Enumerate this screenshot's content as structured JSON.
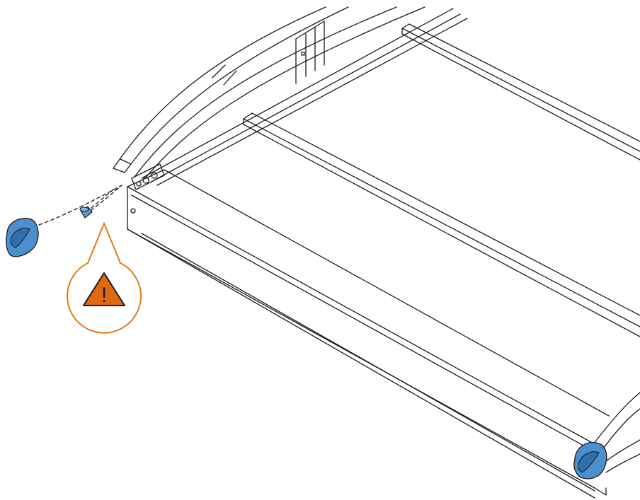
{
  "diagram": {
    "subject": "frame-end-cap-assembly",
    "warning_callout": {
      "symbol": "!",
      "icon": "warning-triangle-icon",
      "ring_color": "#e07b1a",
      "fill_color": "#e06a10"
    },
    "parts": [
      {
        "id": "end-cap",
        "icon": "end-cap-icon",
        "color": "#4a8fd0"
      },
      {
        "id": "small-plug",
        "icon": "plug-icon",
        "color": "#5b9bd5"
      }
    ],
    "colors": {
      "line": "#1a1a1a",
      "part_blue": "#4a8fd0",
      "part_blue_dark": "#2f6fae",
      "warning_orange": "#e07b1a"
    }
  }
}
